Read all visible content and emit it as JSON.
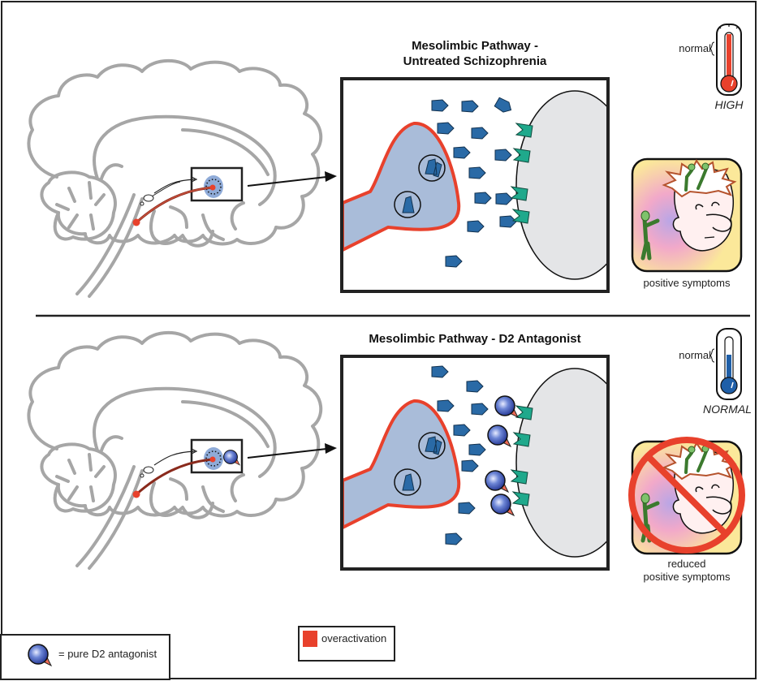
{
  "panels": [
    {
      "title_line1": "Mesolimbic Pathway -",
      "title_line2": "Untreated Schizophrenia",
      "thermometer": {
        "scale_label": "normal",
        "level_label": "HIGH",
        "fluid_color": "#e8412c",
        "level": "high"
      },
      "symptom_label": "positive symptoms",
      "antagonist_present": false
    },
    {
      "title_line1": "Mesolimbic Pathway - D2 Antagonist",
      "thermometer": {
        "scale_label": "normal",
        "level_label": "NORMAL",
        "fluid_color": "#1f5fa8",
        "level": "normal"
      },
      "symptom_label_line1": "reduced",
      "symptom_label_line2": "positive symptoms",
      "antagonist_present": true
    }
  ],
  "legend": {
    "antagonist_label": "= pure D2 antagonist",
    "overactivation_label": "overactivation",
    "overactivation_color": "#e8412c"
  },
  "colors": {
    "brain_outline": "#a6a6a6",
    "neuron_fill": "#a9bcd9",
    "neuron_outline": "#e8412c",
    "dopamine": "#2a6aa6",
    "receptor": "#1fa98c",
    "postsynaptic": "#e4e5e7"
  }
}
